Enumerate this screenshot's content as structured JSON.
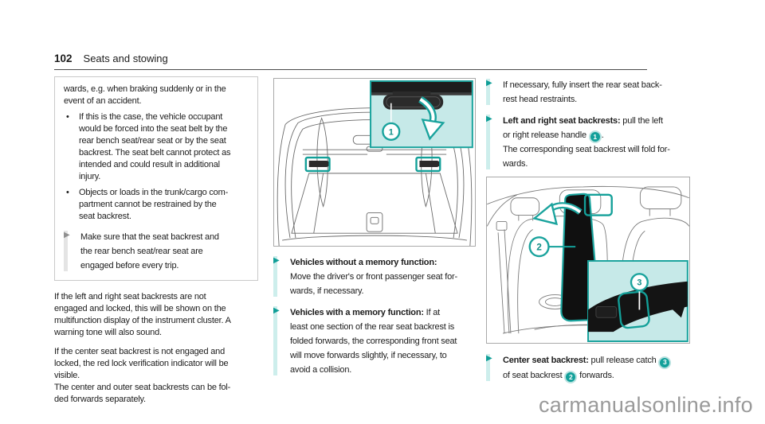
{
  "colors": {
    "accent_teal": "#13a099",
    "accent_teal_light": "#c6e9e8",
    "instruction_bar": "#cdeeec",
    "warning_border": "#c9c9c9",
    "watermark_gray": "#9a9a9a"
  },
  "header": {
    "page_number": "102",
    "section_title": "Seats and stowing"
  },
  "left_column": {
    "warning_box": {
      "intro": "wards, e.g. when braking suddenly or in the\nevent of an accident.",
      "bullet_glyph": "•",
      "bullets": [
        {
          "text": "If this is the case, the vehicle occupant\nwould be forced into the seat belt by the\nrear bench seat/rear seat or by the seat\nbackrest. The seat belt cannot protect as\nintended and could result in additional\ninjury."
        },
        {
          "text": "Objects or loads in the trunk/cargo com-\npartment cannot be restrained by the\nseat backrest."
        }
      ],
      "instruction": "Make sure that the seat backrest and\nthe rear bench seat/rear seat are\nengaged before every trip."
    },
    "paragraphs": [
      {
        "text": "If the left and right seat backrests are not\nengaged and locked, this will be shown on the\nmultifunction display of the instrument cluster. A\nwarning tone will also sound."
      },
      {
        "text": "If the center seat backrest is not engaged and\nlocked, the red lock verification indicator will be\nvisible.\nThe center and outer seat backrests can be fol-\nded forwards separately."
      }
    ]
  },
  "middle_column": {
    "instructions": [
      {
        "rich": "**Vehicles without a memory function:**\nMove the driver's or front passenger seat for-\nwards, if necessary."
      },
      {
        "rich": "**Vehicles with a memory function:** If at\nleast one section of the rear seat backrest is\nfolded forwards, the corresponding front seat\nwill move forwards slightly, if necessary, to\navoid a collision."
      }
    ]
  },
  "right_column": {
    "instructions": [
      {
        "rich": "If necessary, fully insert the rear seat back-\nrest head restraints."
      },
      {
        "rich": "**Left and right seat backrests:** pull the left\nor right release handle [1].\nThe corresponding seat backrest will fold for-\nwards."
      },
      {
        "rich": "**Center seat backrest:** pull release catch [3]\nof seat backrest [2] forwards."
      }
    ],
    "arrow_glyph": "▶"
  },
  "figures": {
    "trunk": {
      "callout_1": "1"
    },
    "seats": {
      "callout_2": "2",
      "callout_3": "3"
    }
  },
  "watermark": "carmanualsonline.info"
}
